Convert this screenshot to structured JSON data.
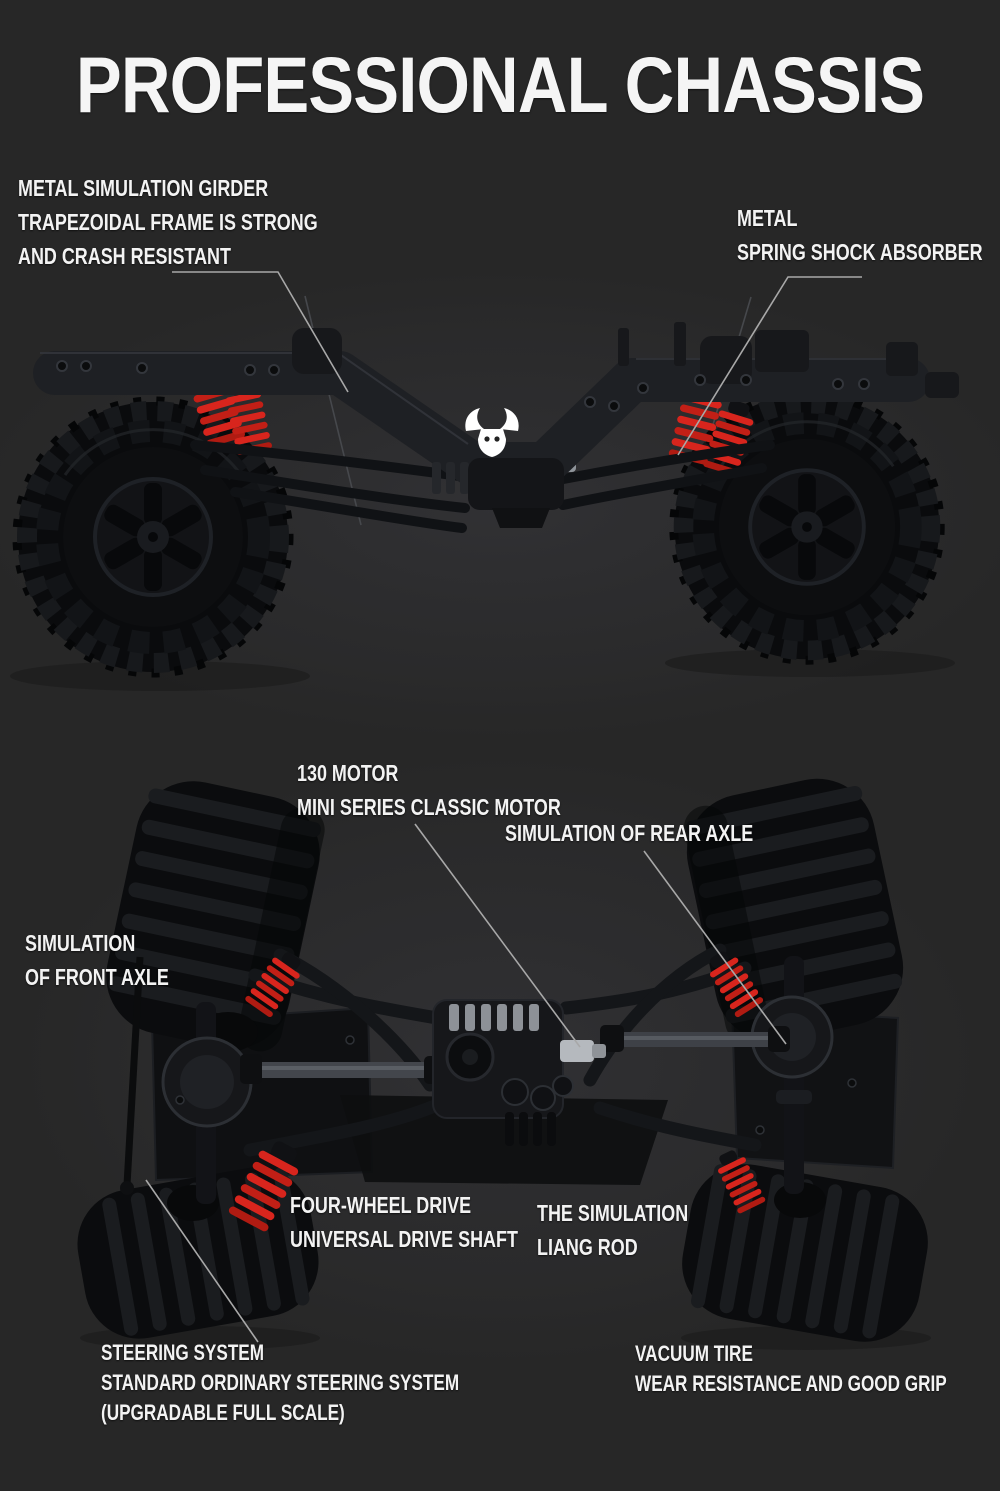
{
  "page": {
    "title": "PROFESSIONAL CHASSIS"
  },
  "colors": {
    "background": "#272727",
    "text": "#f3f3f3",
    "accent_red": "#d8251d",
    "silver": "#b5b9be",
    "callout_line": "#a8a8a8"
  },
  "side_view": {
    "labels": {
      "girder": {
        "line1": "METAL SIMULATION GIRDER",
        "line2": "TRAPEZOIDAL FRAME IS STRONG",
        "line3": "AND CRASH RESISTANT"
      },
      "shock": {
        "line1": "METAL",
        "line2": "SPRING SHOCK ABSORBER"
      }
    }
  },
  "bottom_view": {
    "labels": {
      "motor": {
        "line1": "130 MOTOR",
        "line2": "MINI SERIES CLASSIC MOTOR"
      },
      "rear_axle": {
        "line1": "SIMULATION OF REAR AXLE"
      },
      "front_axle": {
        "line1": "SIMULATION",
        "line2": "OF FRONT AXLE"
      },
      "drive_shaft": {
        "line1": "FOUR-WHEEL DRIVE",
        "line2": "UNIVERSAL DRIVE SHAFT"
      },
      "liang_rod": {
        "line1": "THE SIMULATION",
        "line2": "LIANG ROD"
      },
      "steering": {
        "line1": "STEERING SYSTEM",
        "line2": "STANDARD ORDINARY STEERING SYSTEM",
        "line3": "(UPGRADABLE FULL SCALE)"
      },
      "tire": {
        "line1": "VACUUM TIRE",
        "line2": "WEAR RESISTANCE AND GOOD GRIP"
      }
    }
  }
}
